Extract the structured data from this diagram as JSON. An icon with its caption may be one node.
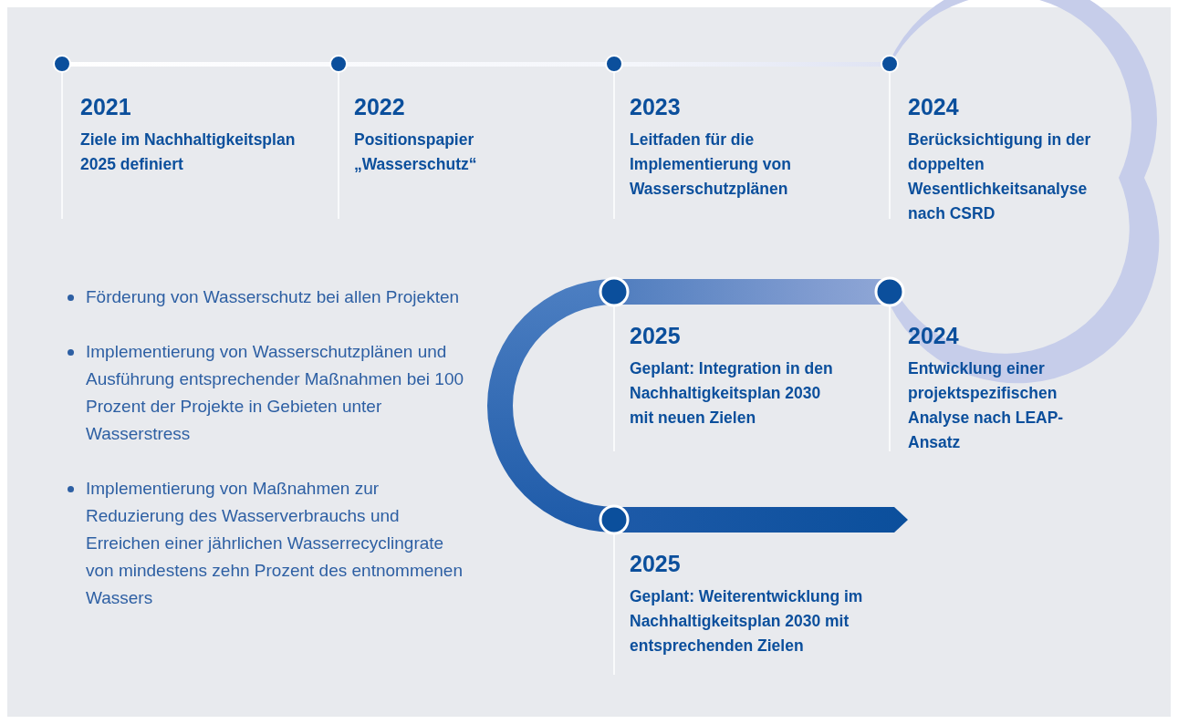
{
  "diagram": {
    "nodes": [
      {
        "text": [
          "2021",
          "Ziele im Nachhaltigkeitsplan 2025 definiert"
        ]
      },
      {
        "text": [
          "2022",
          "Positionspapier „Wasserschutz“"
        ]
      },
      {
        "text": [
          "2023",
          "Leitfaden für die Implementierung von Wasserschutzplänen"
        ]
      },
      {
        "text": [
          "2024",
          "Berücksichtigung in der doppelten Wesentlichkeitsanalyse nach CSRD"
        ]
      },
      {
        "text": [
          "2025",
          "Geplant: Integration in den Nachhaltigkeitsplan 2030 mit neuen Zielen"
        ]
      },
      {
        "text": [
          "2024",
          "Entwicklung einer projektspezifischen Analyse nach LEAP-Ansatz"
        ]
      },
      {
        "text": [
          "2025",
          "Geplant: Weiterentwicklung im Nachhaltigkeitsplan 2030 mit entsprechenden Zielen"
        ]
      }
    ],
    "labels": [
      "Förderung von Wasserschutz bei allen Projekten",
      "Implementierung von Wasserschutzplänen und Ausführung entsprechender Maßnahmen bei 100 Prozent der Projekte in Gebieten unter Wasserstress",
      "Implementierung von Maßnahmen zur Reduzierung des Wasserverbrauchs und Erreichen einer jährlichen Wasserrecyclingrate von mindestens zehn Prozent des entnommenen Wassers"
    ]
  }
}
